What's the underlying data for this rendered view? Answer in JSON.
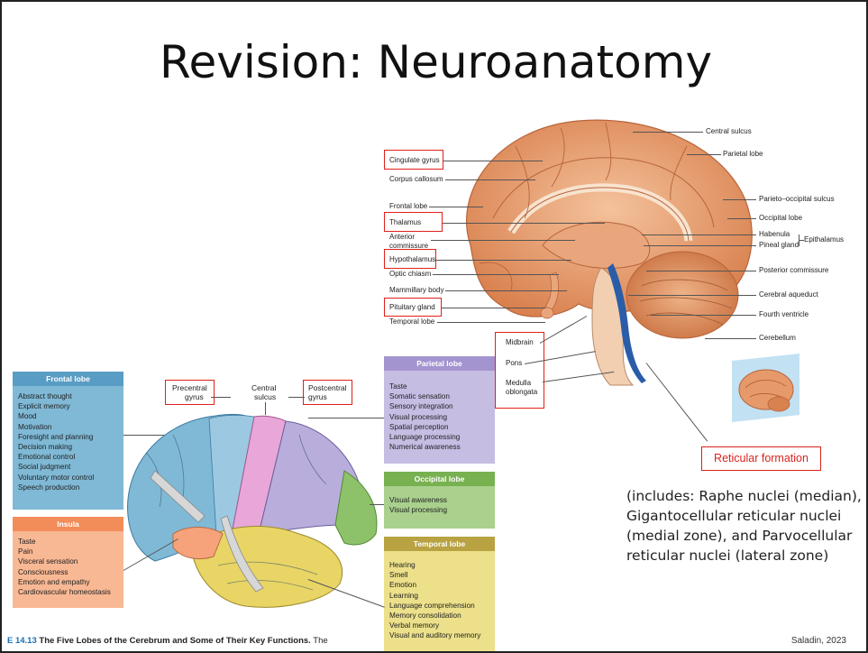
{
  "title": "Revision: Neuroanatomy",
  "sagittal_labels_left": [
    "Cingulate gyrus",
    "Corpus callosum",
    "Frontal lobe",
    "Thalamus",
    "Anterior",
    "commissure",
    "Hypothalamus",
    "Optic chiasm",
    "Mammillary body",
    "Pituitary gland",
    "Temporal lobe"
  ],
  "sagittal_labels_right": [
    "Central sulcus",
    "Parietal lobe",
    "Parieto–occipital sulcus",
    "Occipital lobe",
    "Habenula",
    "Pineal gland",
    "Epithalamus",
    "Posterior commissure",
    "Cerebral aqueduct",
    "Fourth ventricle",
    "Cerebellum"
  ],
  "brainstem_labels": [
    "Midbrain",
    "Pons",
    "Medulla",
    "oblongata"
  ],
  "lateral_labels": {
    "precentral": [
      "Precentral",
      "gyrus"
    ],
    "central": [
      "Central",
      "sulcus"
    ],
    "postcentral": [
      "Postcentral",
      "gyrus"
    ]
  },
  "panels": {
    "frontal": {
      "title": "Frontal lobe",
      "items": [
        "Abstract thought",
        "Explicit memory",
        "Mood",
        "Motivation",
        "Foresight and planning",
        "Decision making",
        "Emotional control",
        "Social judgment",
        "Voluntary motor control",
        "Speech production"
      ]
    },
    "insula": {
      "title": "Insula",
      "items": [
        "Taste",
        "Pain",
        "Visceral sensation",
        "Consciousness",
        "Emotion and empathy",
        "Cardiovascular homeostasis"
      ]
    },
    "parietal": {
      "title": "Parietal lobe",
      "items": [
        "Taste",
        "Somatic sensation",
        "Sensory integration",
        "Visual processing",
        "Spatial perception",
        "Language processing",
        "Numerical awareness"
      ]
    },
    "occipital": {
      "title": "Occipital lobe",
      "items": [
        "Visual awareness",
        "Visual processing"
      ]
    },
    "temporal": {
      "title": "Temporal lobe",
      "items": [
        "Hearing",
        "Smell",
        "Emotion",
        "Learning",
        "Language comprehension",
        "Memory consolidation",
        "Verbal memory",
        "Visual and auditory memory"
      ]
    }
  },
  "reticular": "Reticular formation",
  "note": "(includes: Raphe nuclei (median), Gigantocellular reticular nuclei (medial zone), and Parvocellular reticular nuclei (lateral zone)",
  "caption": {
    "fig": "E 14.13",
    "bold": "The Five Lobes of the Cerebrum and Some of Their Key Functions.",
    "rest": " The"
  },
  "credit": "Saladin, 2023",
  "colors": {
    "frontal": "#7fb9d6",
    "insula": "#f6a27a",
    "parietal": "#b9addb",
    "occipital": "#8dc26b",
    "temporal": "#e8d565",
    "red": "#e0201a",
    "brain": "#e69a6c"
  }
}
